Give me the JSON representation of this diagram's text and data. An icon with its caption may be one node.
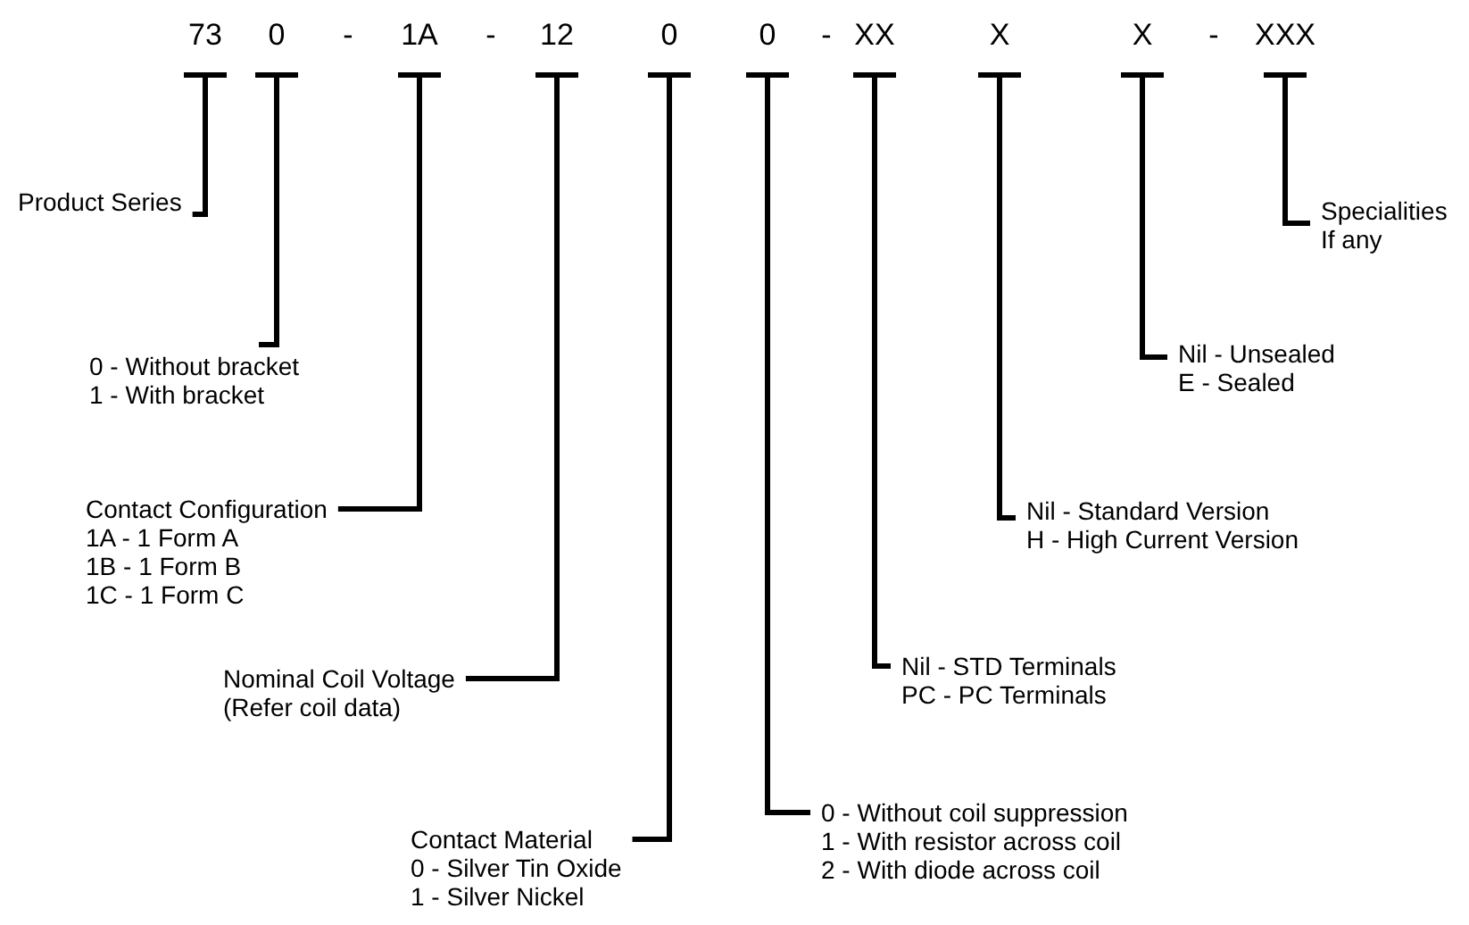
{
  "diagram": {
    "nodes": [
      {
        "text": [
          "73"
        ]
      },
      {
        "text": [
          "0"
        ]
      },
      {
        "text": [
          "1A"
        ]
      },
      {
        "text": [
          "12"
        ]
      },
      {
        "text": [
          "0"
        ]
      },
      {
        "text": [
          "0"
        ]
      },
      {
        "text": [
          "XX"
        ]
      },
      {
        "text": [
          "X"
        ]
      },
      {
        "text": [
          "X"
        ]
      },
      {
        "text": [
          "XXX"
        ]
      },
      {
        "text": [
          "Product Series"
        ]
      },
      {
        "text": [
          "0 - Without bracket",
          "1 - With bracket"
        ]
      },
      {
        "text": [
          "Contact Configuration",
          "1A - 1 Form A",
          "1B - 1 Form B",
          "1C - 1 Form C"
        ]
      },
      {
        "text": [
          "Nominal Coil Voltage",
          "(Refer coil data)"
        ]
      },
      {
        "text": [
          "Contact Material",
          "0 - Silver Tin Oxide",
          "1 - Silver Nickel"
        ]
      },
      {
        "text": [
          "0 - Without coil suppression",
          "1 - With resistor across coil",
          "2 - With diode across coil"
        ]
      },
      {
        "text": [
          "Nil - STD Terminals",
          "PC - PC Terminals"
        ]
      },
      {
        "text": [
          "Nil - Standard Version",
          "H - High Current Version"
        ]
      },
      {
        "text": [
          "Nil - Unsealed",
          "E - Sealed"
        ]
      },
      {
        "text": [
          "Specialities If any"
        ]
      }
    ],
    "edges": [
      {
        "from": 0,
        "to": 10,
        "arrow": "none"
      },
      {
        "from": 1,
        "to": 11,
        "arrow": "none"
      },
      {
        "from": 2,
        "to": 12,
        "arrow": "none"
      },
      {
        "from": 3,
        "to": 13,
        "arrow": "none"
      },
      {
        "from": 4,
        "to": 14,
        "arrow": "none"
      },
      {
        "from": 5,
        "to": 15,
        "arrow": "none"
      },
      {
        "from": 6,
        "to": 16,
        "arrow": "none"
      },
      {
        "from": 7,
        "to": 17,
        "arrow": "none"
      },
      {
        "from": 8,
        "to": 18,
        "arrow": "none"
      },
      {
        "from": 9,
        "to": 19,
        "arrow": "none"
      }
    ],
    "labels": [
      "-",
      "-",
      "-",
      "-"
    ]
  }
}
